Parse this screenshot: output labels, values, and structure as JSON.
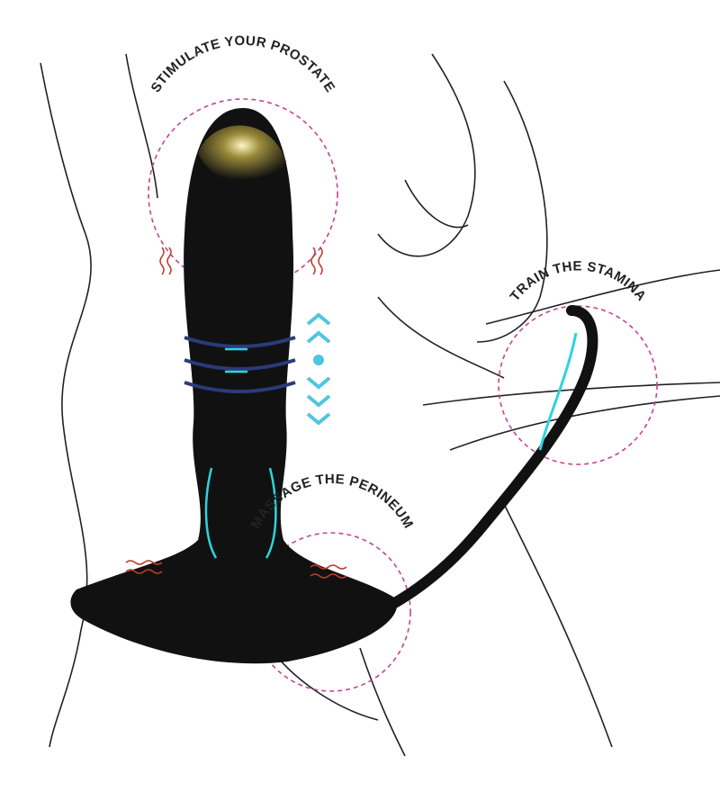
{
  "labels": {
    "top": "STIMULATE YOUR PROSTATE",
    "right": "TRAIN THE STAMINA",
    "bottom": "MASSAGE THE PERINEUM"
  },
  "colors": {
    "ring": "#c4458f",
    "accent": "#2fd3e0",
    "product": "#111111",
    "vibration": "#c0392b"
  }
}
